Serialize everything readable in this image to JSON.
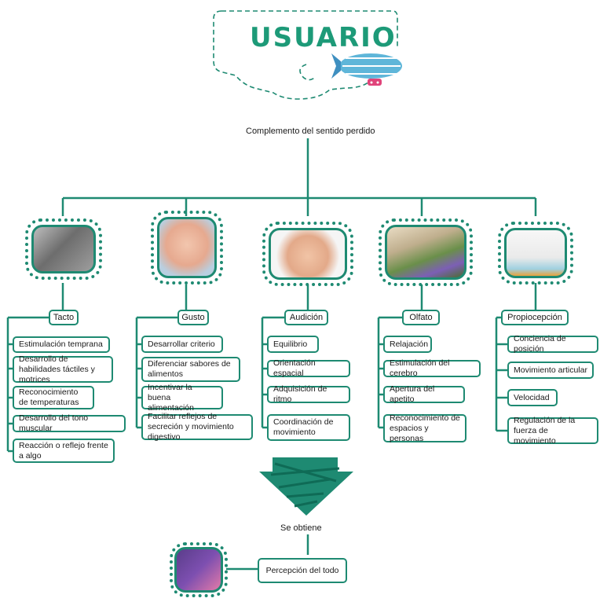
{
  "title": "USUARIO",
  "subtitle": "Complemento del sentido perdido",
  "result_label": "Se obtiene",
  "result_box": "Percepción del todo",
  "senses": [
    {
      "name": "Tacto",
      "image": "hands-photo",
      "items": [
        "Estimulación temprana",
        "Desarrollo de habilidades táctiles y motrices",
        "Reconocimiento de temperaturas",
        "Desarrollo del tono muscular",
        "Reacción o reflejo frente a algo"
      ]
    },
    {
      "name": "Gusto",
      "image": "baby-eating-photo",
      "items": [
        "Desarrollar criterio",
        "Diferenciar sabores de alimentos",
        "Incentivar la buena alimentación",
        "Facilitar reflejos de secreción y movimiento digestivo"
      ]
    },
    {
      "name": "Audición",
      "image": "child-listening-photo",
      "items": [
        "Equilibrio",
        "Orientación espacial",
        "Adquisición de ritmo",
        "Coordinación de movimiento"
      ]
    },
    {
      "name": "Olfato",
      "image": "child-smelling-flowers-photo",
      "items": [
        "Relajación",
        "Estimulación del cerebro",
        "Apertura del apetito",
        "Reconocimiento de espacios y personas"
      ]
    },
    {
      "name": "Propiocepción",
      "image": "children-balance-photo",
      "items": [
        "Conciencia de posición",
        "Movimiento articular",
        "Velocidad",
        "Regulación de la fuerza de movimiento"
      ]
    }
  ],
  "colors": {
    "accent": "#1e8a72",
    "title": "#1d9a78",
    "blimp": "#5fb6d9"
  }
}
